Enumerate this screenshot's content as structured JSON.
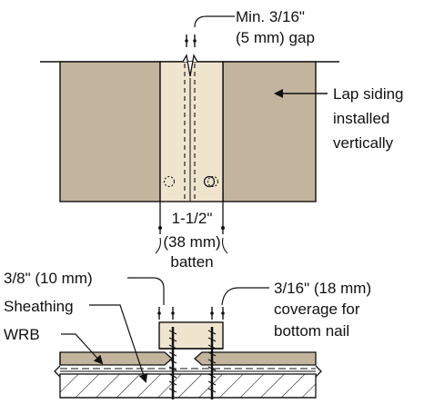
{
  "labels": {
    "gap_line1": "Min. 3/16\"",
    "gap_line2": "(5 mm) gap",
    "siding_line1": "Lap siding",
    "siding_line2": "installed",
    "siding_line3": "vertically",
    "batten_line1": "1-1/2\"",
    "batten_line2": "(38 mm)",
    "batten_line3": "batten",
    "edge_dist": "3/8\" (10 mm)",
    "coverage_line1": "3/16\" (18 mm)",
    "coverage_line2": "coverage for",
    "coverage_line3": "bottom nail",
    "sheathing": "Sheathing",
    "wrb": "WRB"
  },
  "colors": {
    "siding": "#c2b49d",
    "batten": "#efe5cf",
    "ink": "#111111",
    "background": "#ffffff"
  }
}
